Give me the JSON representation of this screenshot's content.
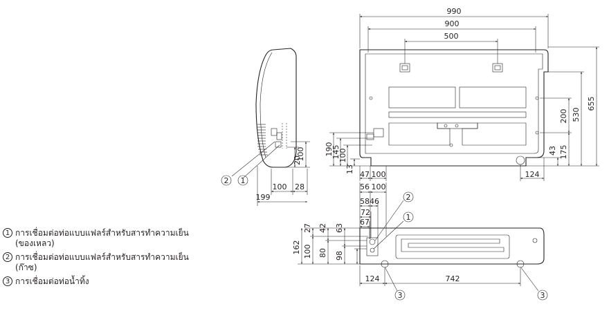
{
  "legend": [
    {
      "num": "1",
      "lines": [
        "การเชื่อมต่อท่อแบบแฟลร์สำหรับสารทำความเย็น",
        "(ของเหลว)"
      ]
    },
    {
      "num": "2",
      "lines": [
        "การเชื่อมต่อท่อแบบแฟลร์สำหรับสารทำความเย็น",
        "(ก๊าซ)"
      ]
    },
    {
      "num": "3",
      "lines": [
        "การเชื่อมต่อท่อน้ำทิ้ง"
      ]
    }
  ],
  "dims": {
    "front_width": "990",
    "front_900": "900",
    "front_500": "500",
    "front_height": "655",
    "front_530": "530",
    "front_200": "200",
    "front_175": "175",
    "front_43": "43",
    "front_124": "124",
    "front_190": "190",
    "front_145": "145",
    "front_100": "100",
    "front_13": "13",
    "front_47": "47",
    "front_100b": "100",
    "side_100": "100",
    "side_20": "20",
    "side_100b": "100",
    "side_28": "28",
    "side_199": "199",
    "bot_56": "56",
    "bot_100": "100",
    "bot_58": "58",
    "bot_46": "46",
    "bot_72": "72",
    "bot_67": "67",
    "bot_27": "27",
    "bot_42": "42",
    "bot_63": "63",
    "bot_162": "162",
    "bot_100v": "100",
    "bot_80": "80",
    "bot_98": "98",
    "bot_124": "124",
    "bot_742": "742"
  },
  "callouts": {
    "c1": "1",
    "c2": "2",
    "c3": "3"
  }
}
